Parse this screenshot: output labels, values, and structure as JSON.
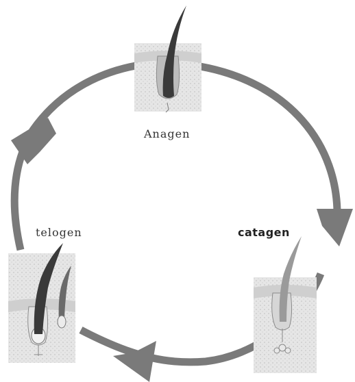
{
  "diagram": {
    "stages": [
      {
        "id": "anagen",
        "label": "Anagen"
      },
      {
        "id": "catagen",
        "label": "catagen"
      },
      {
        "id": "telogen",
        "label": "telogen"
      }
    ],
    "colors": {
      "arrow": "#7a7a7a",
      "skin": "#d8d8d8",
      "skin_dots": "#bdbdbd",
      "hair": "#3a3a3a",
      "follicle": "#e9e9e9"
    }
  }
}
